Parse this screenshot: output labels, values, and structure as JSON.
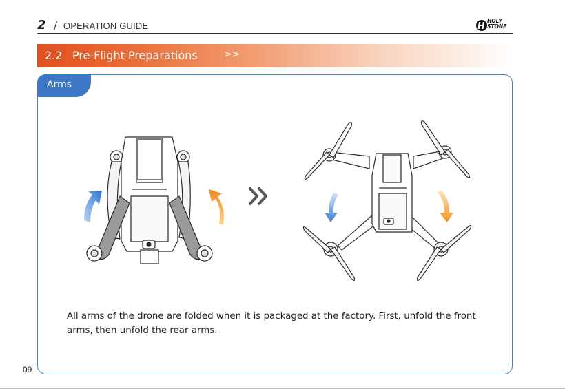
{
  "header": {
    "chapter_number": "2",
    "separator": "/",
    "guide_title": "OPERATION GUIDE",
    "brand_line1": "HOLY",
    "brand_line2": "STONE"
  },
  "section": {
    "number": "2.2",
    "title": "Pre-Flight Preparations",
    "arrows": ">>"
  },
  "panel": {
    "tab_label": "Arms"
  },
  "description": "All arms of the drone are folded when it is packaged at the factory. First, unfold the front arms, then unfold the rear arms.",
  "page_number": "09",
  "colors": {
    "accent_orange": "#e1501f",
    "tab_blue": "#3d78c6",
    "arrow_blue": "#3f82d6",
    "arrow_orange": "#f39a2c"
  },
  "icons": [
    "brand-logo-icon",
    "unfold-blue-arrow-icon",
    "unfold-orange-arrow-icon",
    "double-chevron-right-icon"
  ]
}
